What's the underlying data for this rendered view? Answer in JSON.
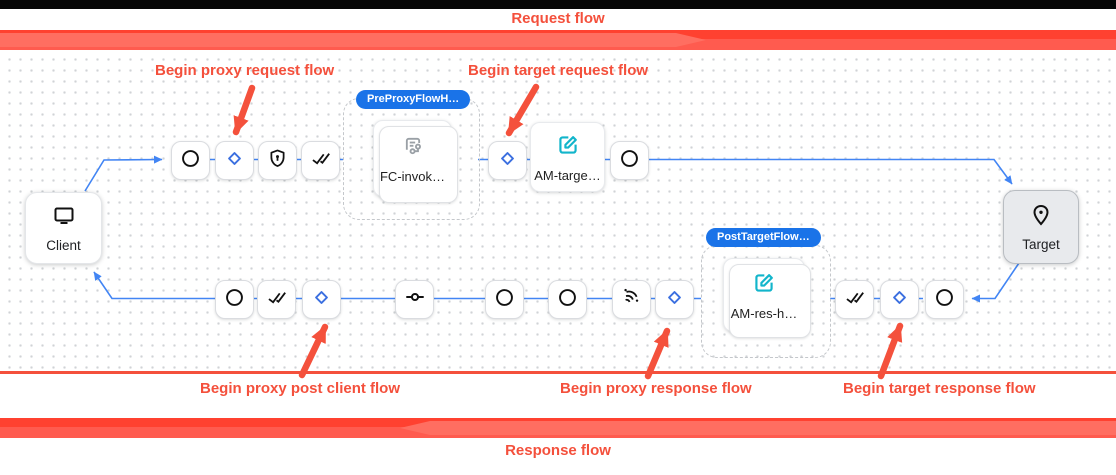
{
  "header": {
    "request_flow_label": "Request flow"
  },
  "footer": {
    "response_flow_label": "Response flow"
  },
  "annotations": {
    "begin_proxy_request": "Begin proxy request flow",
    "begin_target_request": "Begin target request flow",
    "begin_proxy_post_client": "Begin proxy post client flow",
    "begin_proxy_response": "Begin proxy response flow",
    "begin_target_response": "Begin target response flow"
  },
  "diagram": {
    "client_label": "Client",
    "target_label": "Target",
    "badges": {
      "pre_proxy_flow_hook": "PreProxyFlowH…",
      "post_target_flow_hook": "PostTargetFlow…"
    },
    "policies": {
      "flow_callout": "FC-invok…",
      "assign_message_target": "AM-targe…",
      "assign_message_response": "AM-res-h…"
    },
    "step_icon_names": [
      "circle-icon",
      "diamond-icon",
      "shield-lock-icon",
      "double-check-icon",
      "signal-hand-icon",
      "inline-circle-icon"
    ]
  },
  "colors": {
    "annotation_red": "#f4503c",
    "bar_red": "#ff4130",
    "bar_arrow_red": "#ff6e61",
    "connector_blue": "#4285f4",
    "diamond_blue": "#3b6fe0",
    "badge_blue": "#1a73e8",
    "policy_teal": "#12b5cb",
    "icon_gray": "#9aa0a6"
  }
}
